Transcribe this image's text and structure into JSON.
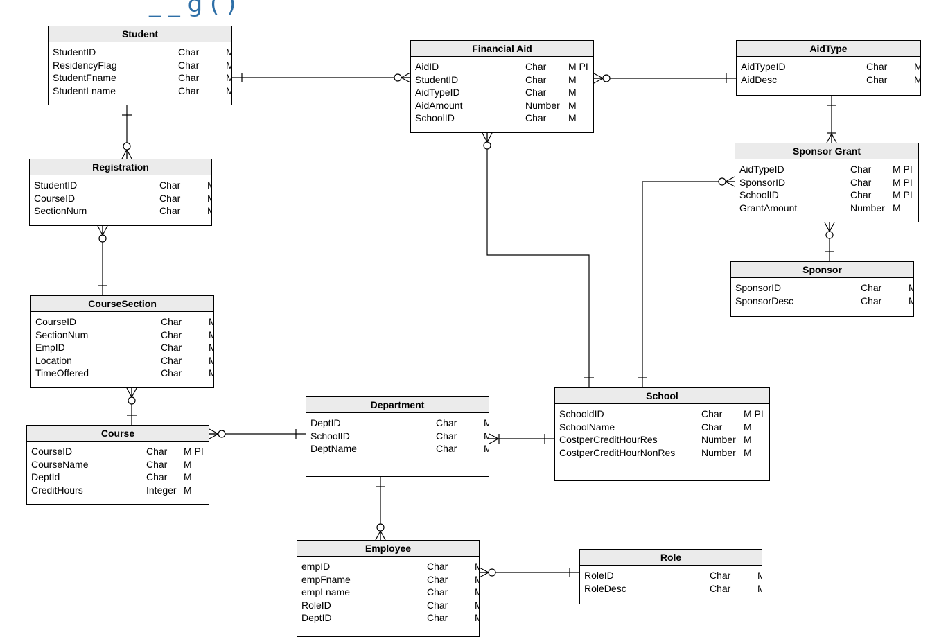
{
  "title_fragment": "_                     _                        g (    )",
  "entities": [
    {
      "id": "student",
      "title": "Student",
      "attrs": [
        {
          "name": "StudentID",
          "type": "Char",
          "flags": "M PI"
        },
        {
          "name": "ResidencyFlag",
          "type": "Char",
          "flags": "M"
        },
        {
          "name": "StudentFname",
          "type": "Char",
          "flags": "M"
        },
        {
          "name": "StudentLname",
          "type": "Char",
          "flags": "M"
        }
      ]
    },
    {
      "id": "financial-aid",
      "title": "Financial Aid",
      "attrs": [
        {
          "name": "AidID",
          "type": "Char",
          "flags": "M PI"
        },
        {
          "name": "StudentID",
          "type": "Char",
          "flags": "M"
        },
        {
          "name": "AidTypeID",
          "type": "Char",
          "flags": "M"
        },
        {
          "name": "AidAmount",
          "type": "Number",
          "flags": "M"
        },
        {
          "name": "SchoolID",
          "type": "Char",
          "flags": "M"
        }
      ]
    },
    {
      "id": "aidtype",
      "title": "AidType",
      "attrs": [
        {
          "name": "AidTypeID",
          "type": "Char",
          "flags": "M PI"
        },
        {
          "name": "AidDesc",
          "type": "Char",
          "flags": "M"
        }
      ]
    },
    {
      "id": "registration",
      "title": "Registration",
      "attrs": [
        {
          "name": "StudentID",
          "type": "Char",
          "flags": "M PI"
        },
        {
          "name": "CourseID",
          "type": "Char",
          "flags": "M PI"
        },
        {
          "name": "SectionNum",
          "type": "Char",
          "flags": "M PI"
        }
      ]
    },
    {
      "id": "sponsor-grant",
      "title": "Sponsor Grant",
      "attrs": [
        {
          "name": "AidTypeID",
          "type": "Char",
          "flags": "M PI"
        },
        {
          "name": "SponsorID",
          "type": "Char",
          "flags": "M PI"
        },
        {
          "name": "SchoolID",
          "type": "Char",
          "flags": "M PI"
        },
        {
          "name": "GrantAmount",
          "type": "Number",
          "flags": "M"
        }
      ]
    },
    {
      "id": "sponsor",
      "title": "Sponsor",
      "attrs": [
        {
          "name": "SponsorID",
          "type": "Char",
          "flags": "M PI"
        },
        {
          "name": "SponsorDesc",
          "type": "Char",
          "flags": "M"
        }
      ]
    },
    {
      "id": "coursesection",
      "title": "CourseSection",
      "attrs": [
        {
          "name": "CourseID",
          "type": "Char",
          "flags": "M PI"
        },
        {
          "name": "SectionNum",
          "type": "Char",
          "flags": "M PI"
        },
        {
          "name": "EmpID",
          "type": "Char",
          "flags": "M"
        },
        {
          "name": "Location",
          "type": "Char",
          "flags": "M"
        },
        {
          "name": "TimeOffered",
          "type": "Char",
          "flags": "M"
        }
      ]
    },
    {
      "id": "school",
      "title": "School",
      "attrs": [
        {
          "name": "SchooldID",
          "type": "Char",
          "flags": "M PI"
        },
        {
          "name": "SchoolName",
          "type": "Char",
          "flags": "M"
        },
        {
          "name": "CostperCreditHourRes",
          "type": "Number",
          "flags": "M"
        },
        {
          "name": "CostperCreditHourNonRes",
          "type": "Number",
          "flags": "M"
        }
      ]
    },
    {
      "id": "department",
      "title": "Department",
      "attrs": [
        {
          "name": "DeptID",
          "type": "Char",
          "flags": "M PI"
        },
        {
          "name": "SchoolID",
          "type": "Char",
          "flags": "M"
        },
        {
          "name": "DeptName",
          "type": "Char",
          "flags": "M"
        }
      ]
    },
    {
      "id": "course",
      "title": "Course",
      "attrs": [
        {
          "name": "CourseID",
          "type": "Char",
          "flags": "M PI"
        },
        {
          "name": "CourseName",
          "type": "Char",
          "flags": "M"
        },
        {
          "name": "DeptId",
          "type": "Char",
          "flags": "M"
        },
        {
          "name": "CreditHours",
          "type": "Integer",
          "flags": "M"
        }
      ]
    },
    {
      "id": "employee",
      "title": "Employee",
      "attrs": [
        {
          "name": "empID",
          "type": "Char",
          "flags": "M PI"
        },
        {
          "name": "empFname",
          "type": "Char",
          "flags": "M"
        },
        {
          "name": "empLname",
          "type": "Char",
          "flags": "M"
        },
        {
          "name": "RoleID",
          "type": "Char",
          "flags": "M"
        },
        {
          "name": "DeptID",
          "type": "Char",
          "flags": "M"
        }
      ]
    },
    {
      "id": "role",
      "title": "Role",
      "attrs": [
        {
          "name": "RoleID",
          "type": "Char",
          "flags": "M PI"
        },
        {
          "name": "RoleDesc",
          "type": "Char",
          "flags": "M"
        }
      ]
    }
  ],
  "relationships": [
    {
      "from": "student",
      "to": "financial-aid",
      "from_end": "one",
      "to_end": "zero-or-many"
    },
    {
      "from": "aidtype",
      "to": "financial-aid",
      "from_end": "one",
      "to_end": "zero-or-many"
    },
    {
      "from": "student",
      "to": "registration",
      "from_end": "one",
      "to_end": "zero-or-many"
    },
    {
      "from": "coursesection",
      "to": "registration",
      "from_end": "one",
      "to_end": "zero-or-many"
    },
    {
      "from": "course",
      "to": "coursesection",
      "from_end": "one",
      "to_end": "zero-or-many"
    },
    {
      "from": "department",
      "to": "course",
      "from_end": "one",
      "to_end": "zero-or-many"
    },
    {
      "from": "school",
      "to": "department",
      "from_end": "one",
      "to_end": "one-or-many"
    },
    {
      "from": "department",
      "to": "employee",
      "from_end": "one",
      "to_end": "zero-or-many"
    },
    {
      "from": "role",
      "to": "employee",
      "from_end": "one",
      "to_end": "zero-or-many"
    },
    {
      "from": "school",
      "to": "financial-aid",
      "from_end": "one",
      "to_end": "zero-or-many"
    },
    {
      "from": "school",
      "to": "sponsor-grant",
      "from_end": "one",
      "to_end": "zero-or-many"
    },
    {
      "from": "aidtype",
      "to": "sponsor-grant",
      "from_end": "one",
      "to_end": "one-or-many"
    },
    {
      "from": "sponsor",
      "to": "sponsor-grant",
      "from_end": "one",
      "to_end": "zero-or-many"
    }
  ]
}
